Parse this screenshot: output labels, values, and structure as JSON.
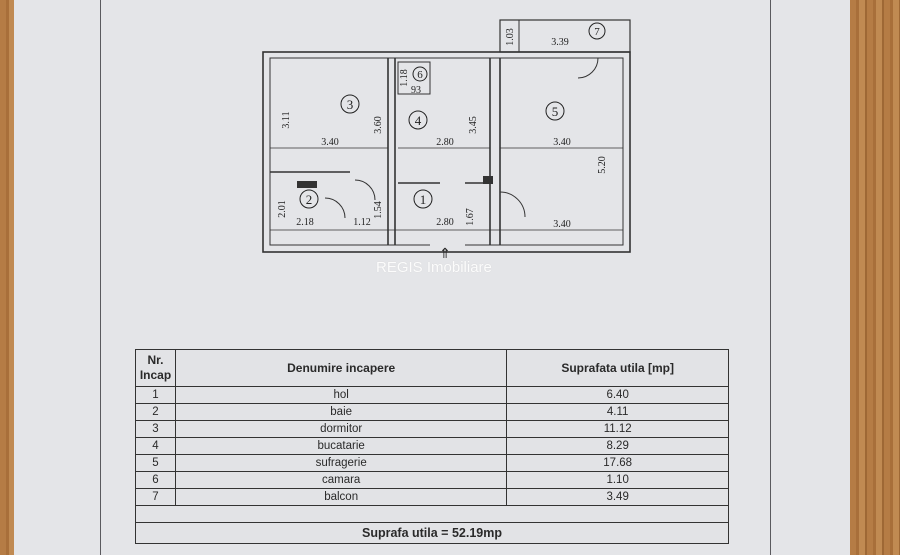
{
  "watermark": "REGIS Imobiliare",
  "plan": {
    "rooms": [
      {
        "number": "1",
        "dims": [
          "2.80",
          "1.67",
          "1.54"
        ]
      },
      {
        "number": "2",
        "dims": [
          "2.18",
          "2.01",
          "1.12"
        ]
      },
      {
        "number": "3",
        "dims": [
          "3.40",
          "3.11",
          "3.60"
        ]
      },
      {
        "number": "4",
        "dims": [
          "2.80",
          "3.45"
        ]
      },
      {
        "number": "5",
        "dims": [
          "3.40",
          "3.40",
          "5.20"
        ]
      },
      {
        "number": "6",
        "dims": [
          "1.18",
          "93"
        ]
      },
      {
        "number": "7",
        "dims": [
          "3.39",
          "1.03"
        ]
      }
    ]
  },
  "table": {
    "headers": {
      "nr": "Nr. Incap",
      "name": "Denumire incapere",
      "area": "Suprafata utila [mp]"
    },
    "rows": [
      {
        "nr": "1",
        "name": "hol",
        "area": "6.40"
      },
      {
        "nr": "2",
        "name": "baie",
        "area": "4.11"
      },
      {
        "nr": "3",
        "name": "dormitor",
        "area": "11.12"
      },
      {
        "nr": "4",
        "name": "bucatarie",
        "area": "8.29"
      },
      {
        "nr": "5",
        "name": "sufragerie",
        "area": "17.68"
      },
      {
        "nr": "6",
        "name": "camara",
        "area": "1.10"
      },
      {
        "nr": "7",
        "name": "balcon",
        "area": "3.49"
      }
    ],
    "total": "Suprafa utila = 52.19mp"
  }
}
